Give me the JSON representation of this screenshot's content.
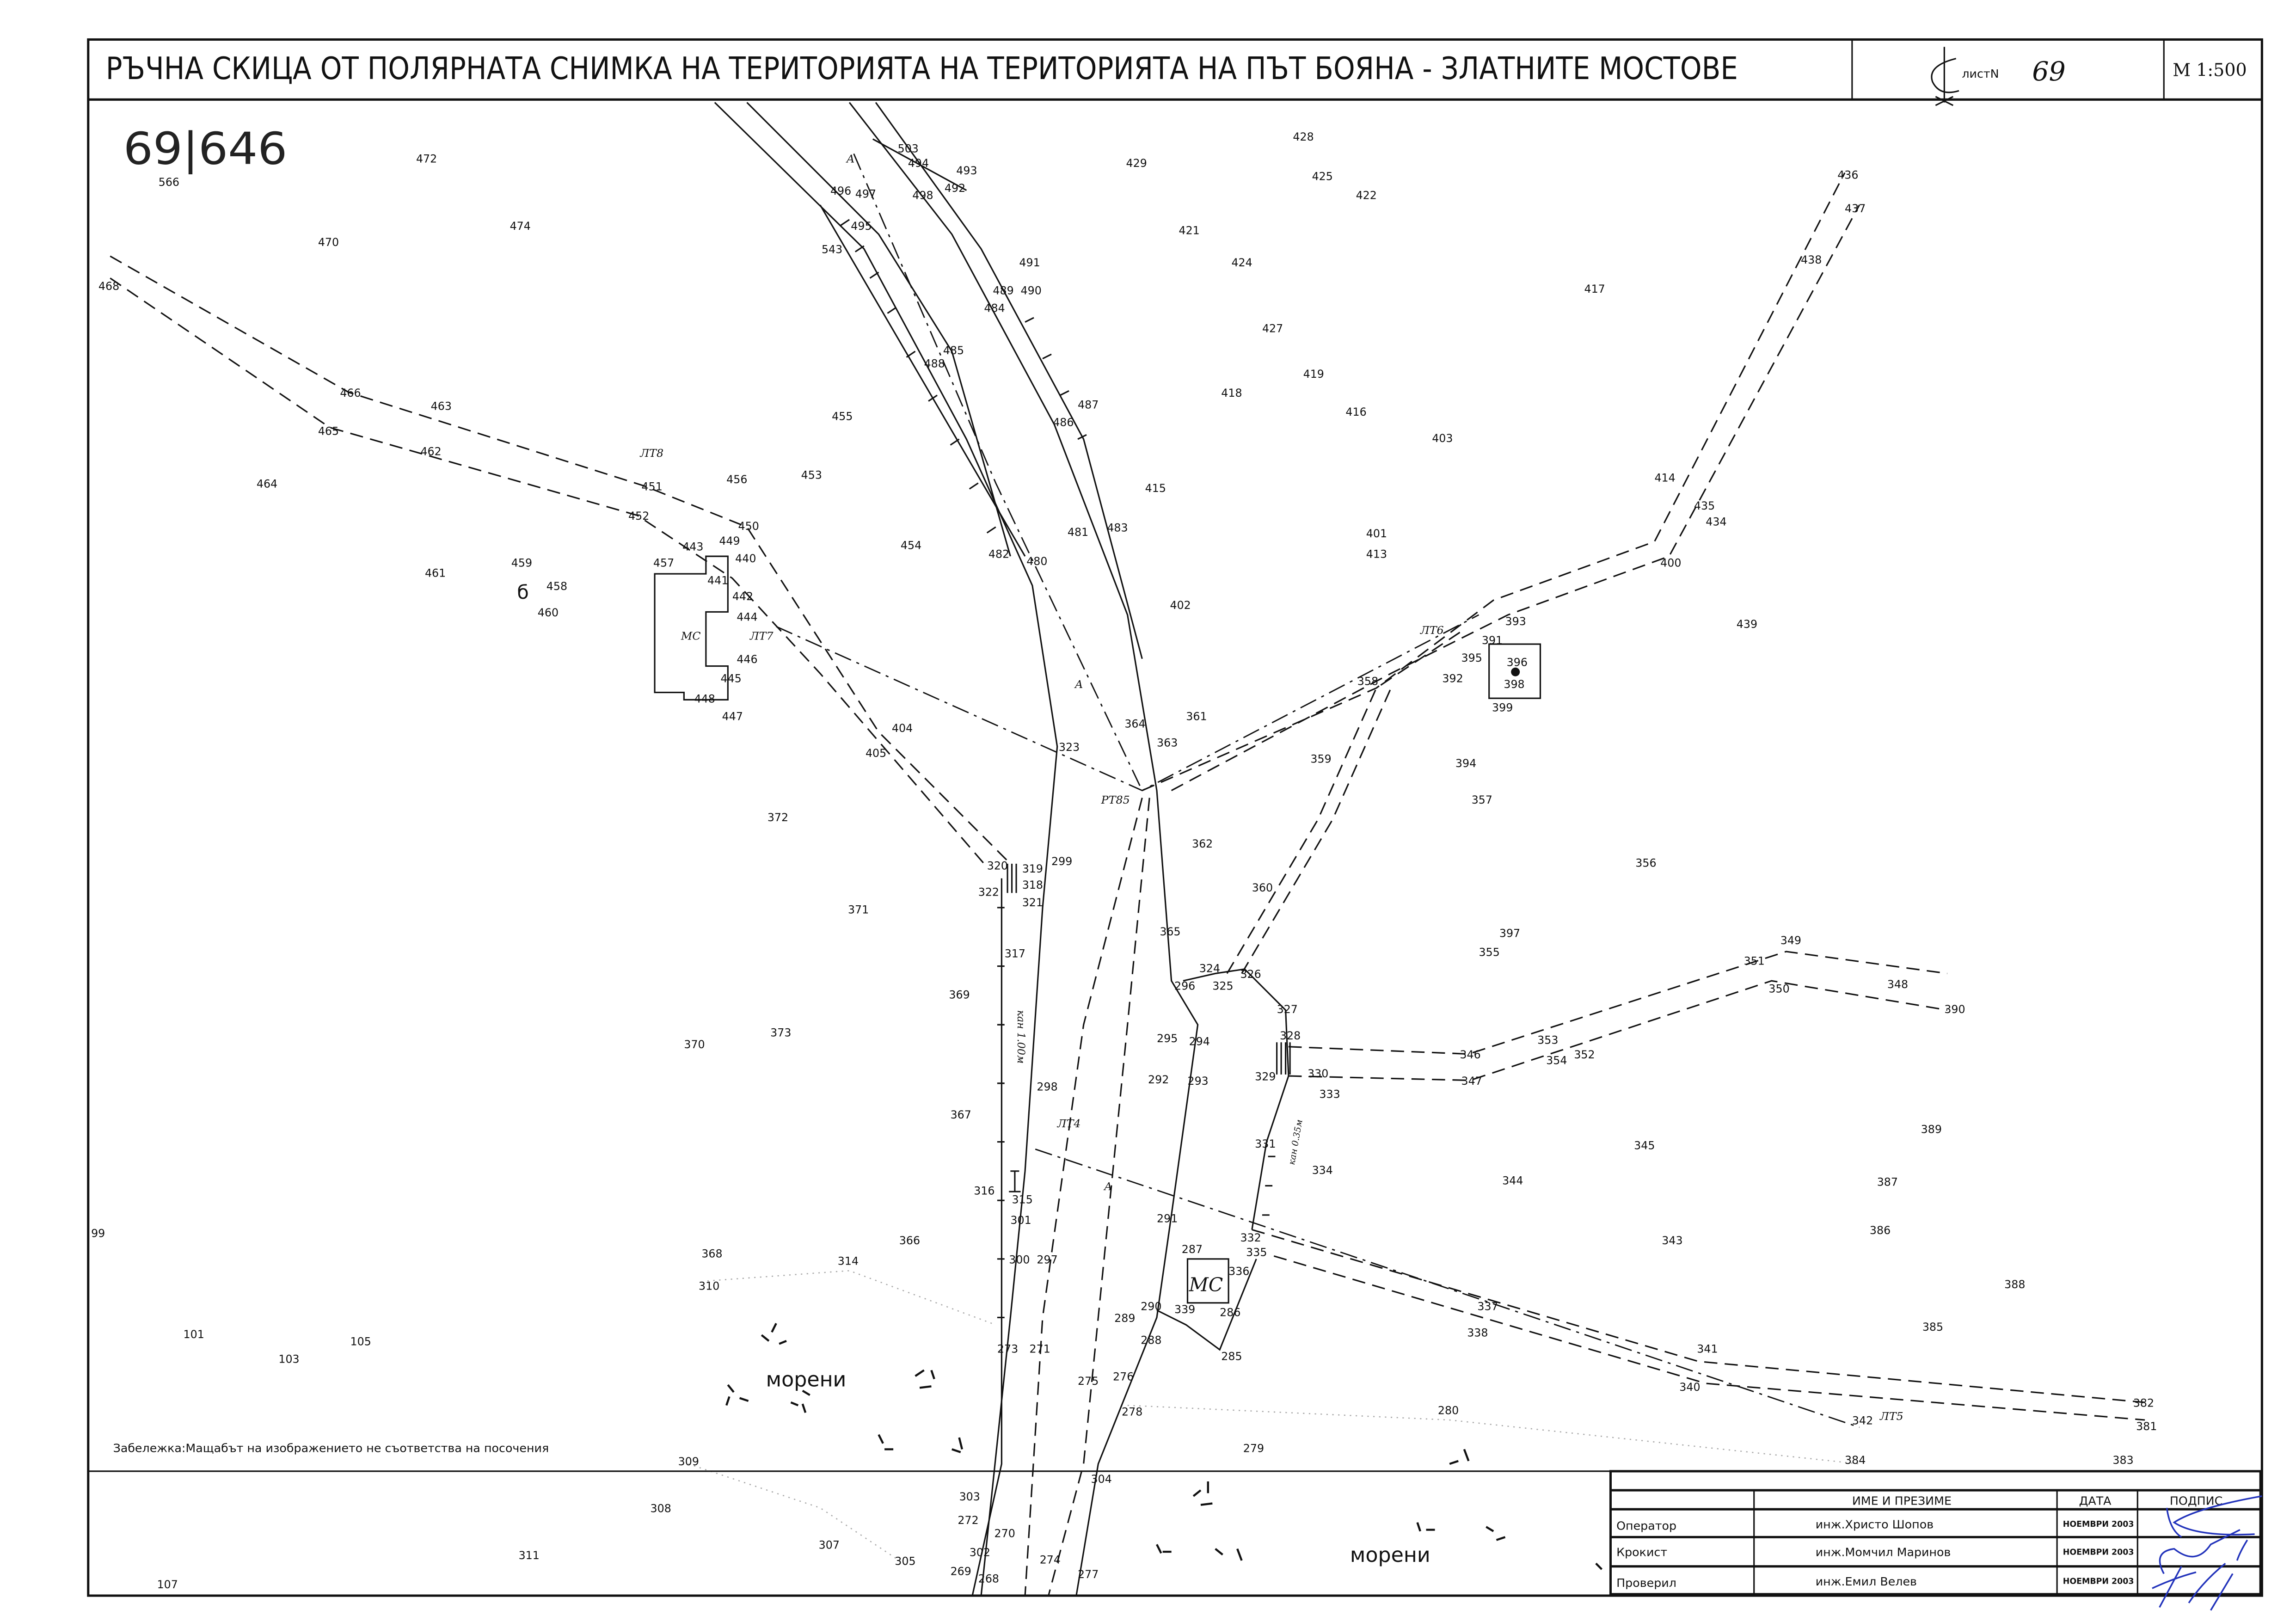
{
  "header": {
    "title": "РЪЧНА СКИЦА ОТ ПОЛЯРНАТА СНИМКА НА ТЕРИТОРИЯТА НА ТЕРИТОРИЯТА НА ПЪТ БОЯНА - ЗЛАТНИТЕ МОСТОВЕ",
    "sheet_label": "листN",
    "sheet_number": "69",
    "scale": "М 1:500"
  },
  "handwritten_number": "69|646",
  "note": "Забележка:Мащабът на изображението не съответства на посочения",
  "map_labels": {
    "lt8": "ЛТ8",
    "lt7": "ЛТ7",
    "lt6": "ЛТ6",
    "lt4": "ЛТ4",
    "lt5": "ЛТ5",
    "rt85": "РТ85",
    "ms1": "МС",
    "ms2": "МС",
    "a1": "А",
    "a2": "А",
    "a3": "А",
    "b": "б",
    "moreni1": "морени",
    "moreni2": "морени",
    "kan1": "кан 1.00м",
    "kan2": "кан 0.35м"
  },
  "points": [
    "566",
    "472",
    "470",
    "474",
    "468",
    "466",
    "463",
    "465",
    "462",
    "464",
    "455",
    "456",
    "453",
    "451",
    "452",
    "450",
    "449",
    "443",
    "440",
    "457",
    "459",
    "461",
    "458",
    "460",
    "441",
    "442",
    "444",
    "446",
    "445",
    "448",
    "447",
    "454",
    "482",
    "480",
    "481",
    "483",
    "415",
    "486",
    "487",
    "485",
    "488",
    "484",
    "489",
    "490",
    "491",
    "543",
    "495",
    "496",
    "497",
    "498",
    "492",
    "493",
    "494",
    "503",
    "429",
    "428",
    "425",
    "422",
    "421",
    "424",
    "427",
    "419",
    "418",
    "416",
    "403",
    "417",
    "436",
    "437",
    "438",
    "414",
    "435",
    "434",
    "400",
    "401",
    "413",
    "402",
    "439",
    "393",
    "391",
    "395",
    "396",
    "392",
    "398",
    "399",
    "358",
    "361",
    "364",
    "363",
    "323",
    "404",
    "405",
    "359",
    "394",
    "357",
    "372",
    "362",
    "356",
    "299",
    "320",
    "319",
    "318",
    "321",
    "322",
    "371",
    "360",
    "365",
    "397",
    "355",
    "349",
    "351",
    "317",
    "324",
    "326",
    "296",
    "325",
    "369",
    "350",
    "348",
    "390",
    "327",
    "373",
    "370",
    "328",
    "295",
    "294",
    "346",
    "353",
    "354",
    "352",
    "330",
    "329",
    "292",
    "293",
    "347",
    "333",
    "298",
    "367",
    "389",
    "331",
    "345",
    "334",
    "344",
    "387",
    "316",
    "315",
    "301",
    "291",
    "386",
    "332",
    "343",
    "366",
    "287",
    "335",
    "368",
    "300",
    "297",
    "314",
    "336",
    "388",
    "310",
    "337",
    "290",
    "339",
    "286",
    "289",
    "385",
    "338",
    "288",
    "101",
    "105",
    "103",
    "273",
    "271",
    "341",
    "285",
    "275",
    "276",
    "340",
    "382",
    "278",
    "280",
    "342",
    "381",
    "279",
    "309",
    "384",
    "383",
    "99",
    "304",
    "303",
    "308",
    "272",
    "270",
    "307",
    "302",
    "311",
    "305",
    "269",
    "268",
    "274",
    "277",
    "107"
  ],
  "title_block": {
    "col_name": "ИМЕ И ПРЕЗИМЕ",
    "col_date": "ДАТА",
    "col_signature": "ПОДПИС",
    "rows": [
      {
        "role": "Оператор",
        "name": "инж.Христо Шопов",
        "date": "НОЕМВРИ 2003"
      },
      {
        "role": "Крокист",
        "name": "инж.Момчил Маринов",
        "date": "НОЕМВРИ 2003"
      },
      {
        "role": "Проверил",
        "name": "инж.Емил Велев",
        "date": "НОЕМВРИ 2003"
      }
    ]
  },
  "colors": {
    "ink": "#111111",
    "signature": "#2233bb"
  }
}
